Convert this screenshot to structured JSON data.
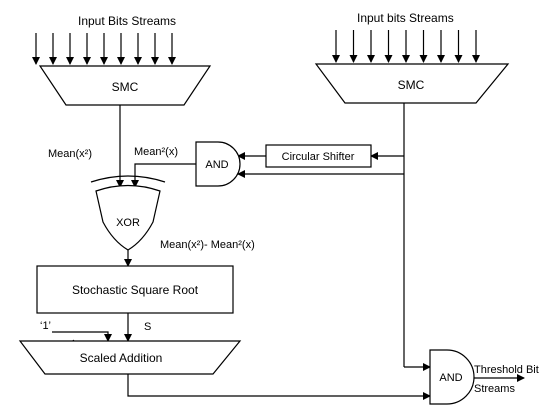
{
  "diagram": {
    "left_input_label": "Input Bits Streams",
    "right_input_label": "Input bits Streams",
    "smc_left_label": "SMC",
    "smc_right_label": "SMC",
    "mean_x2_label": "Mean(x²)",
    "mean2_x_label": "Mean²(x)",
    "and_top_label": "AND",
    "circular_shifter_label": "Circular Shifter",
    "xor_label": "XOR",
    "difference_label": "Mean(x²)- Mean²(x)",
    "sqrt_label": "Stochastic Square Root",
    "one_label": "‘1’",
    "s_label": "S",
    "scaled_addition_label": "Scaled Addition",
    "and_bottom_label": "AND",
    "output_label_line1": "Threshold Bit",
    "output_label_line2": "Streams",
    "left_input_arrow_count": 9,
    "right_input_arrow_count": 9
  }
}
